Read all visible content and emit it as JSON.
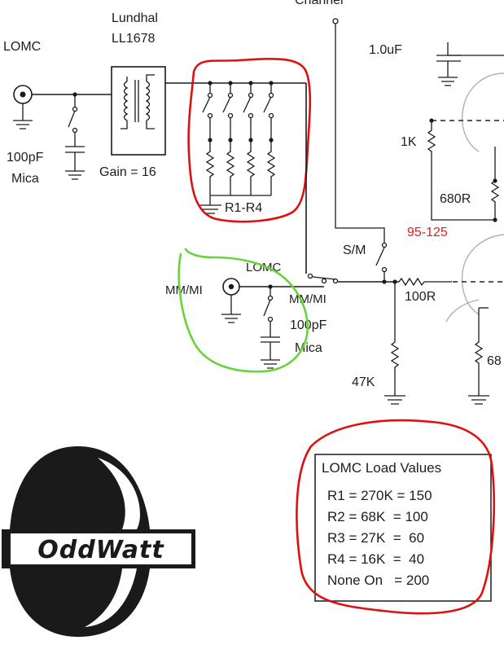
{
  "labels": {
    "lomc_input": "LOMC",
    "transformer_make": "Lundhal",
    "transformer_model": "LL1678",
    "channel": "Channel",
    "cap_top": "1.0uF",
    "cap_lomc_value": "100pF",
    "cap_lomc_type": "Mica",
    "gain": "Gain = 16",
    "load_resistors": "R1-R4",
    "r_1k": "1K",
    "r_680": "680R",
    "bias_range": "95-125",
    "sm_switch": "S/M",
    "switch_lomc": "LOMC",
    "switch_mm": "MM/MI",
    "mm_input": "MM/MI",
    "cap_mm_value": "100pF",
    "cap_mm_type": "Mica",
    "r_100": "100R",
    "r_47k": "47K",
    "r_68_partial": "68"
  },
  "colors": {
    "wire": "#1a1a1a",
    "red_annotation": "#e01010",
    "green_annotation": "#6ad23a",
    "bias_label": "#e02020",
    "tube_outline": "#b0b0b0"
  },
  "table": {
    "title": "LOMC Load Values",
    "rows": [
      "R1 = 270K = 150",
      "R2 = 68K  = 100",
      "R3 = 27K  =  60",
      "R4 = 16K  =  40",
      "None On   = 200"
    ]
  },
  "logo": {
    "text": "OddWatt"
  }
}
